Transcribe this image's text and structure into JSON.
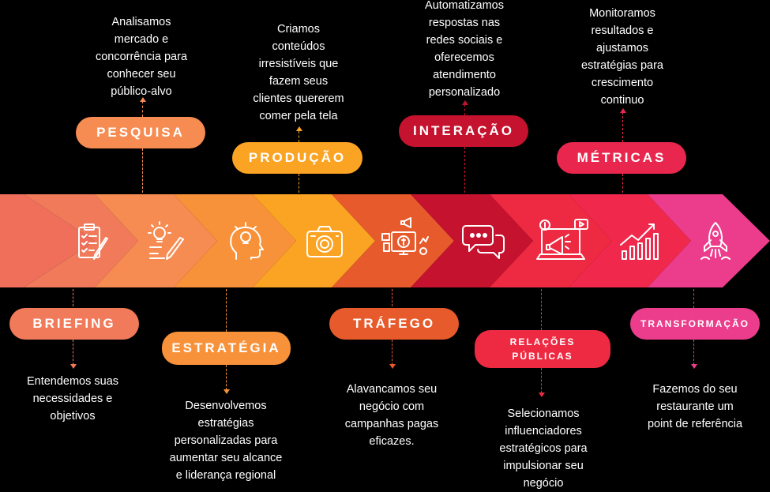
{
  "steps": [
    {
      "label": "BRIEFING",
      "text": "Entendemos suas\nnecessidades e\nobjetivos",
      "color": "#F07A5A",
      "icon": "clipboard-checklist-icon"
    },
    {
      "label": "PESQUISA",
      "text": "Analisamos\nmercado e\nconcorrência para\nconhecer seu\npúblico-alvo",
      "color": "#F68C52",
      "icon": "lightbulb-pencil-icon"
    },
    {
      "label": "ESTRATÉGIA",
      "text": "Desenvolvemos\nestratégias\npersonalizadas para\naumentar seu alcance\ne liderança regional",
      "color": "#F8923A",
      "icon": "head-idea-icon"
    },
    {
      "label": "PRODUÇÃO",
      "text": "Criamos\nconteúdos\nirresistíveis que\nfazem seus\nclientes quererem\ncomer pela tela",
      "color": "#FBA323",
      "icon": "camera-icon"
    },
    {
      "label": "TRÁFEGO",
      "text": "Alavancamos seu\nnegócio com\ncampanhas pagas\neficazes.",
      "color": "#E65A2C",
      "icon": "digital-marketing-icon"
    },
    {
      "label": "INTERAÇÃO",
      "text": "Automatizamos\nrespostas nas\nredes sociais e\noferecemos\natendimento\npersonalizado",
      "color": "#C5122E",
      "icon": "chat-bubbles-icon"
    },
    {
      "label": "RELAÇÕES\nPÚBLICAS",
      "text": "Selecionamos\ninfluenciadores\nestratégicos para\nimpulsionar seu\nnegócio",
      "color": "#EE2A42",
      "icon": "megaphone-laptop-icon"
    },
    {
      "label": "MÉTRICAS",
      "text": "Monitoramos\nresultados e\najustamos\nestratégias para\ncrescimento\ncontinuo",
      "color": "#E8264E",
      "icon": "growth-chart-icon"
    },
    {
      "label": "TRANSFORMAÇÃO",
      "text": "Fazemos do seu\nrestaurante um\npoint de referência",
      "color": "#EC3C8C",
      "icon": "rocket-icon"
    }
  ]
}
